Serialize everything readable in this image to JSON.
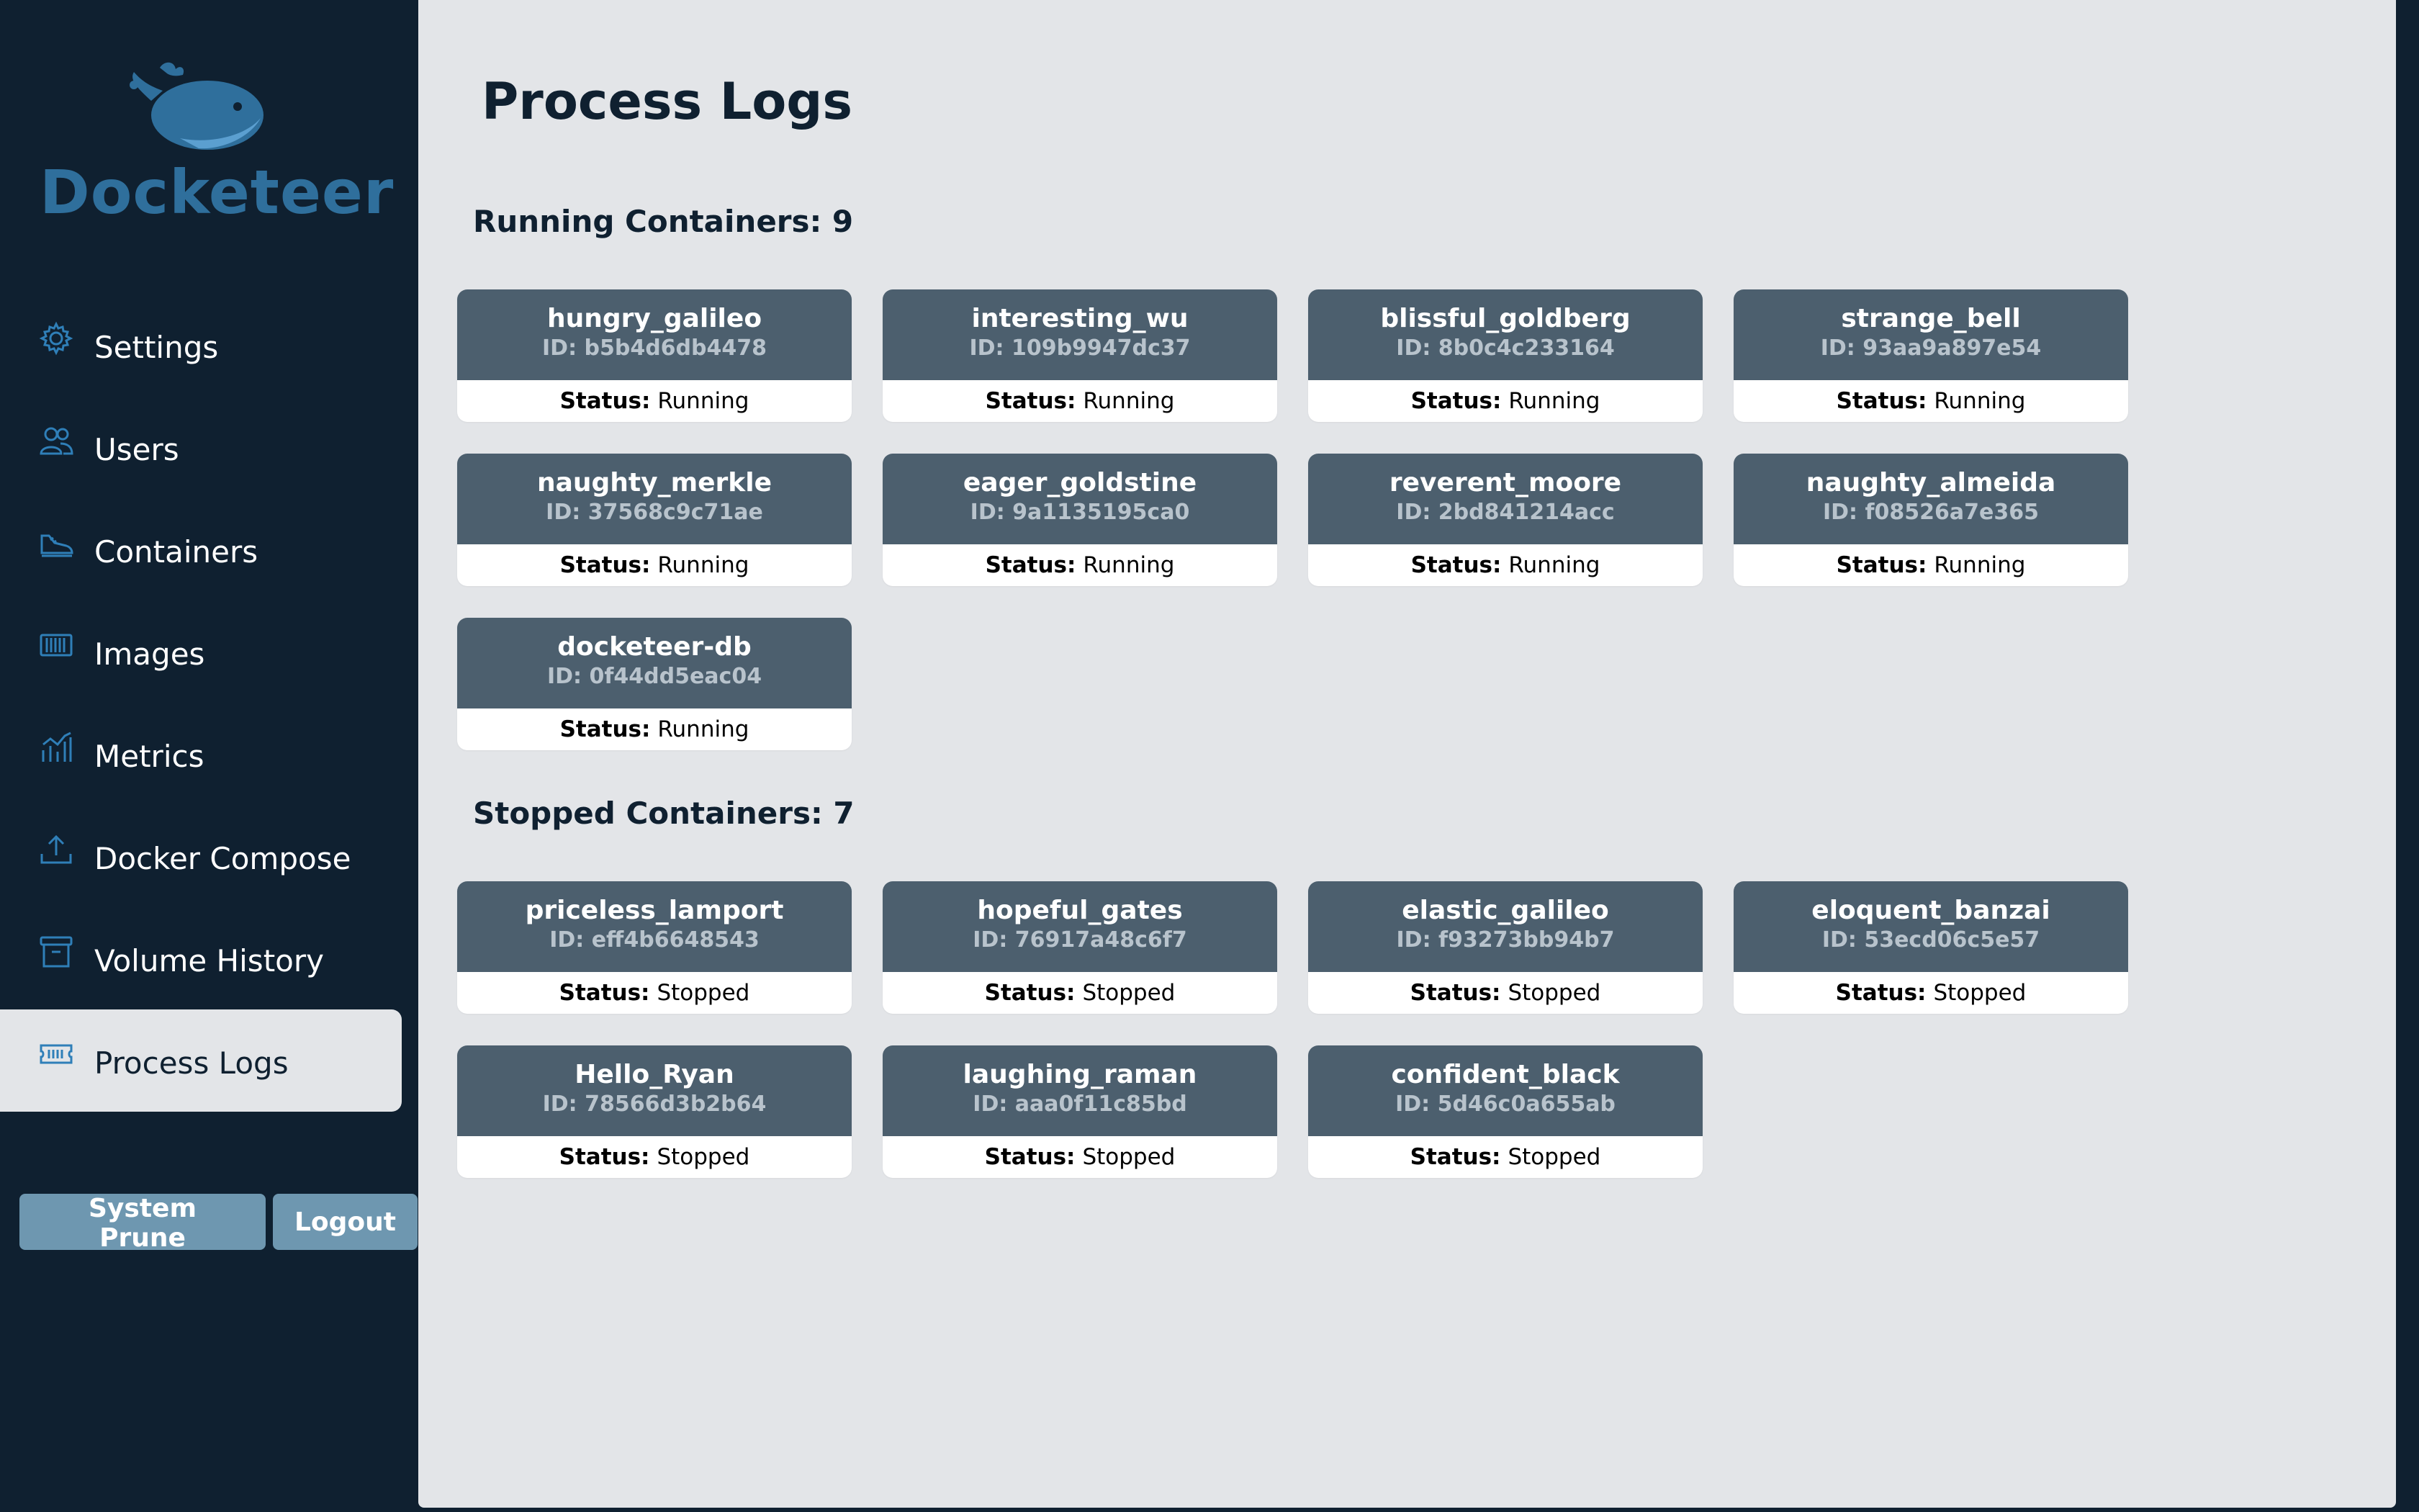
{
  "app": {
    "name": "Docketeer"
  },
  "sidebar": {
    "items": [
      {
        "label": "Settings",
        "icon": "gear-icon"
      },
      {
        "label": "Users",
        "icon": "users-icon"
      },
      {
        "label": "Containers",
        "icon": "shoe-icon"
      },
      {
        "label": "Images",
        "icon": "container-icon"
      },
      {
        "label": "Metrics",
        "icon": "chart-icon"
      },
      {
        "label": "Docker Compose",
        "icon": "upload-icon"
      },
      {
        "label": "Volume History",
        "icon": "archive-icon"
      },
      {
        "label": "Process Logs",
        "icon": "ticket-icon",
        "active": true
      }
    ],
    "buttons": {
      "prune": "System Prune",
      "logout": "Logout"
    }
  },
  "main": {
    "title": "Process Logs",
    "running": {
      "heading": "Running Containers: 9",
      "containers": [
        {
          "name": "hungry_galileo",
          "id": "ID: b5b4d6db4478",
          "status_label": "Status:",
          "status": "Running"
        },
        {
          "name": "interesting_wu",
          "id": "ID: 109b9947dc37",
          "status_label": "Status:",
          "status": "Running"
        },
        {
          "name": "blissful_goldberg",
          "id": "ID: 8b0c4c233164",
          "status_label": "Status:",
          "status": "Running"
        },
        {
          "name": "strange_bell",
          "id": "ID: 93aa9a897e54",
          "status_label": "Status:",
          "status": "Running"
        },
        {
          "name": "naughty_merkle",
          "id": "ID: 37568c9c71ae",
          "status_label": "Status:",
          "status": "Running"
        },
        {
          "name": "eager_goldstine",
          "id": "ID: 9a1135195ca0",
          "status_label": "Status:",
          "status": "Running"
        },
        {
          "name": "reverent_moore",
          "id": "ID: 2bd841214acc",
          "status_label": "Status:",
          "status": "Running"
        },
        {
          "name": "naughty_almeida",
          "id": "ID: f08526a7e365",
          "status_label": "Status:",
          "status": "Running"
        },
        {
          "name": "docketeer-db",
          "id": "ID: 0f44dd5eac04",
          "status_label": "Status:",
          "status": "Running"
        }
      ]
    },
    "stopped": {
      "heading": "Stopped Containers: 7",
      "containers": [
        {
          "name": "priceless_lamport",
          "id": "ID: eff4b6648543",
          "status_label": "Status:",
          "status": "Stopped"
        },
        {
          "name": "hopeful_gates",
          "id": "ID: 76917a48c6f7",
          "status_label": "Status:",
          "status": "Stopped"
        },
        {
          "name": "elastic_galileo",
          "id": "ID: f93273bb94b7",
          "status_label": "Status:",
          "status": "Stopped"
        },
        {
          "name": "eloquent_banzai",
          "id": "ID: 53ecd06c5e57",
          "status_label": "Status:",
          "status": "Stopped"
        },
        {
          "name": "Hello_Ryan",
          "id": "ID: 78566d3b2b64",
          "status_label": "Status:",
          "status": "Stopped"
        },
        {
          "name": "laughing_raman",
          "id": "ID: aaa0f11c85bd",
          "status_label": "Status:",
          "status": "Stopped"
        },
        {
          "name": "confident_black",
          "id": "ID: 5d46c0a655ab",
          "status_label": "Status:",
          "status": "Stopped"
        }
      ]
    }
  },
  "colors": {
    "sidebar_bg": "#0f2030",
    "main_bg": "#e3e5e8",
    "card_header": "#4c5f6e",
    "accent": "#6e97b0",
    "brand": "#2f6f9c"
  }
}
